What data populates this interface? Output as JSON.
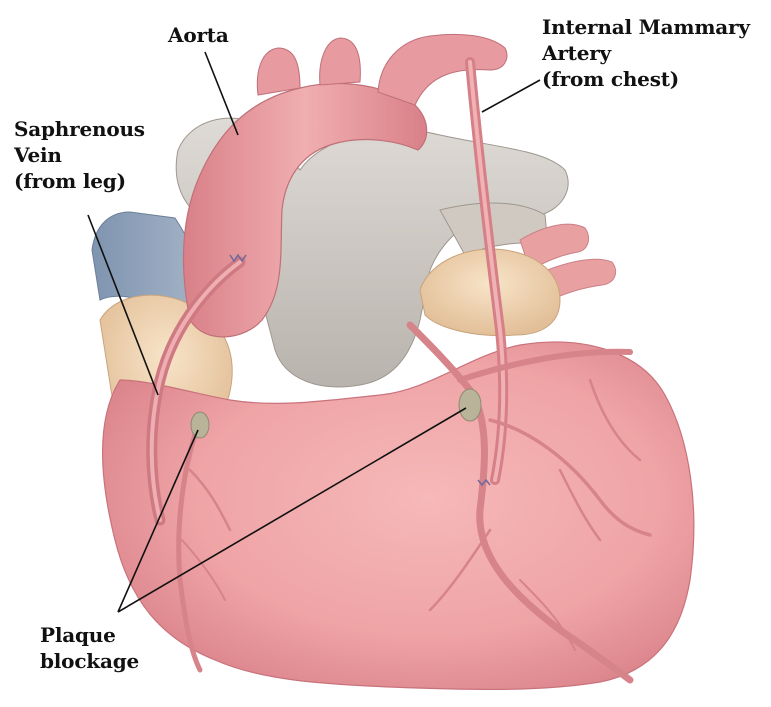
{
  "labels": {
    "aorta": "Aorta",
    "mammary_line1": "Internal Mammary",
    "mammary_line2": "Artery",
    "mammary_line3": "(from chest)",
    "saphenous_line1": "Saphrenous",
    "saphenous_line2": "Vein",
    "saphenous_line3": "(from leg)",
    "plaque_line1": "Plaque",
    "plaque_line2": "blockage"
  },
  "colors": {
    "heart_fill": "#efa4a6",
    "heart_shade": "#d8808a",
    "aorta_fill": "#e79aa0",
    "vessel_grey": "#cfcac4",
    "vein_blue": "#8fa3bd",
    "atrium_cream": "#f1d6b4",
    "graft_vessel": "#e08c90",
    "plaque": "#b9b39a",
    "leader_line": "#111111"
  }
}
